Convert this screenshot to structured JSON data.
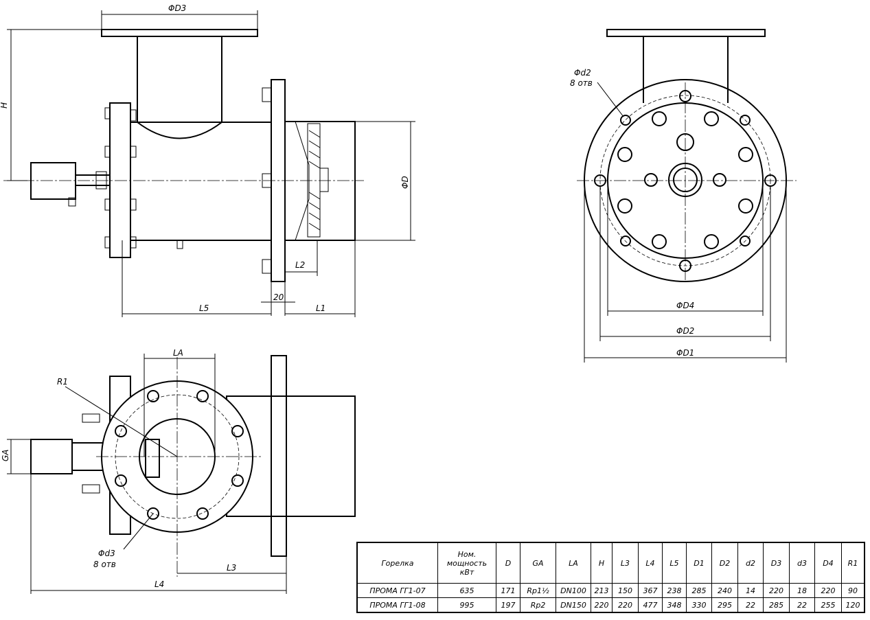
{
  "labels": {
    "D3": "ΦD3",
    "H": "H",
    "D": "ΦD",
    "L2": "L2",
    "dim20": "20",
    "L5": "L5",
    "L1": "L1",
    "d2": "Φd2",
    "d2_holes": "8 отв",
    "D4": "ΦD4",
    "D2": "ΦD2",
    "D1": "ΦD1",
    "LA": "LA",
    "R1": "R1",
    "GA": "GA",
    "d3": "Φd3",
    "d3_holes": "8 отв",
    "L3": "L3",
    "L4": "L4"
  },
  "table": {
    "headers": [
      "Горелка",
      "Ном. мощность кВт",
      "D",
      "GA",
      "LA",
      "H",
      "L3",
      "L4",
      "L5",
      "D1",
      "D2",
      "d2",
      "D3",
      "d3",
      "D4",
      "R1"
    ],
    "rows": [
      [
        "ПРОМА ГГ1-07",
        "635",
        "171",
        "Rp1½",
        "DN100",
        "213",
        "150",
        "367",
        "238",
        "285",
        "240",
        "14",
        "220",
        "18",
        "220",
        "90"
      ],
      [
        "ПРОМА ГГ1-08",
        "995",
        "197",
        "Rp2",
        "DN150",
        "220",
        "220",
        "477",
        "348",
        "330",
        "295",
        "22",
        "285",
        "22",
        "255",
        "120"
      ]
    ]
  }
}
